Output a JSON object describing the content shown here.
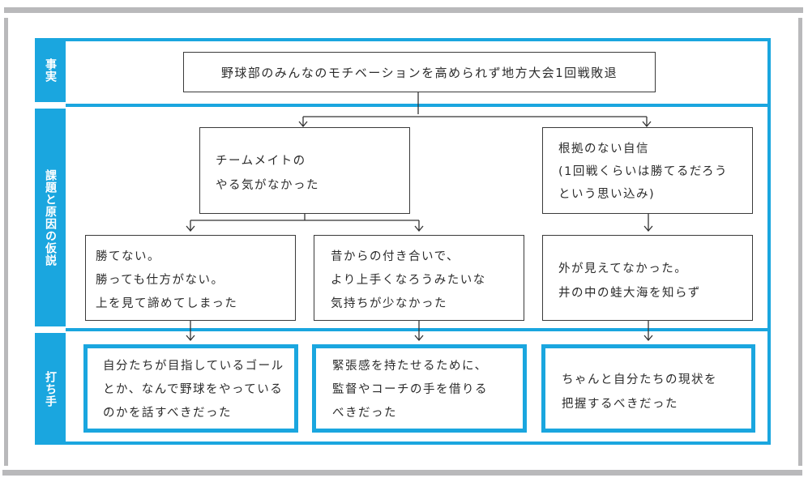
{
  "colors": {
    "accent": "#1aa6df",
    "frame_gray": "#b9b9bb",
    "text": "#2b2b2b"
  },
  "rows": {
    "fact": {
      "label": "事実"
    },
    "issues": {
      "label": "課題と原因の仮説"
    },
    "actions": {
      "label": "打ち手"
    }
  },
  "fact_box": {
    "lines": [
      "野球部のみんなのモチベーションを高められず地方大会1回戦敗退"
    ]
  },
  "issue_boxes": [
    {
      "lines": [
        "チームメイトの",
        "やる気がなかった"
      ]
    },
    {
      "lines": [
        "根拠のない自信",
        "(1回戦くらいは勝てるだろう",
        "という思い込み)"
      ]
    }
  ],
  "cause_boxes": [
    {
      "lines": [
        "勝てない。",
        "勝っても仕方がない。",
        "上を見て諦めてしまった"
      ]
    },
    {
      "lines": [
        "昔からの付き合いで、",
        "より上手くなろうみたいな",
        "気持ちが少なかった"
      ]
    },
    {
      "lines": [
        "外が見えてなかった。",
        "井の中の蛙大海を知らず"
      ]
    }
  ],
  "action_boxes": [
    {
      "lines": [
        "自分たちが目指しているゴール",
        "とか、なんで野球をやっている",
        "のかを話すべきだった"
      ]
    },
    {
      "lines": [
        "緊張感を持たせるために、",
        "監督やコーチの手を借りる",
        "べきだった"
      ]
    },
    {
      "lines": [
        "ちゃんと自分たちの現状を",
        "把握するべきだった"
      ]
    }
  ]
}
